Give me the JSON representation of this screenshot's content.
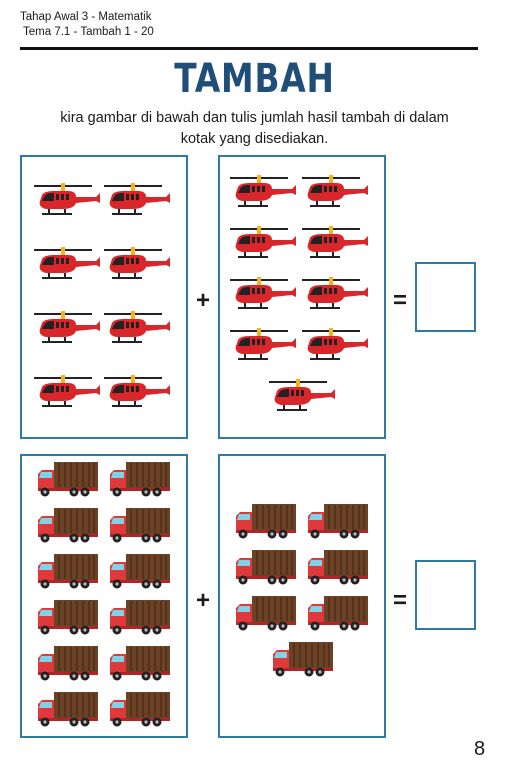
{
  "header": {
    "line1": "Tahap Awal 3 - Matematik",
    "line2": "Tema 7.1 - Tambah 1 - 20"
  },
  "title": "TAMBAH",
  "instruction": {
    "line1": "kira gambar di bawah dan tulis jumlah hasil tambah di dalam",
    "line2": "kotak yang disediakan."
  },
  "problems": [
    {
      "icon": "helicopter-icon",
      "left_count": 8,
      "right_count": 9,
      "plus": "+",
      "equals": "="
    },
    {
      "icon": "truck-icon",
      "left_count": 12,
      "right_count": 7,
      "plus": "+",
      "equals": "="
    }
  ],
  "colors": {
    "box_border": "#2d7ca0",
    "title": "#1f4e79",
    "helicopter": "#d9262b",
    "truck_cab": "#e0393b",
    "truck_cargo": "#6b4226"
  },
  "page_number": "8"
}
